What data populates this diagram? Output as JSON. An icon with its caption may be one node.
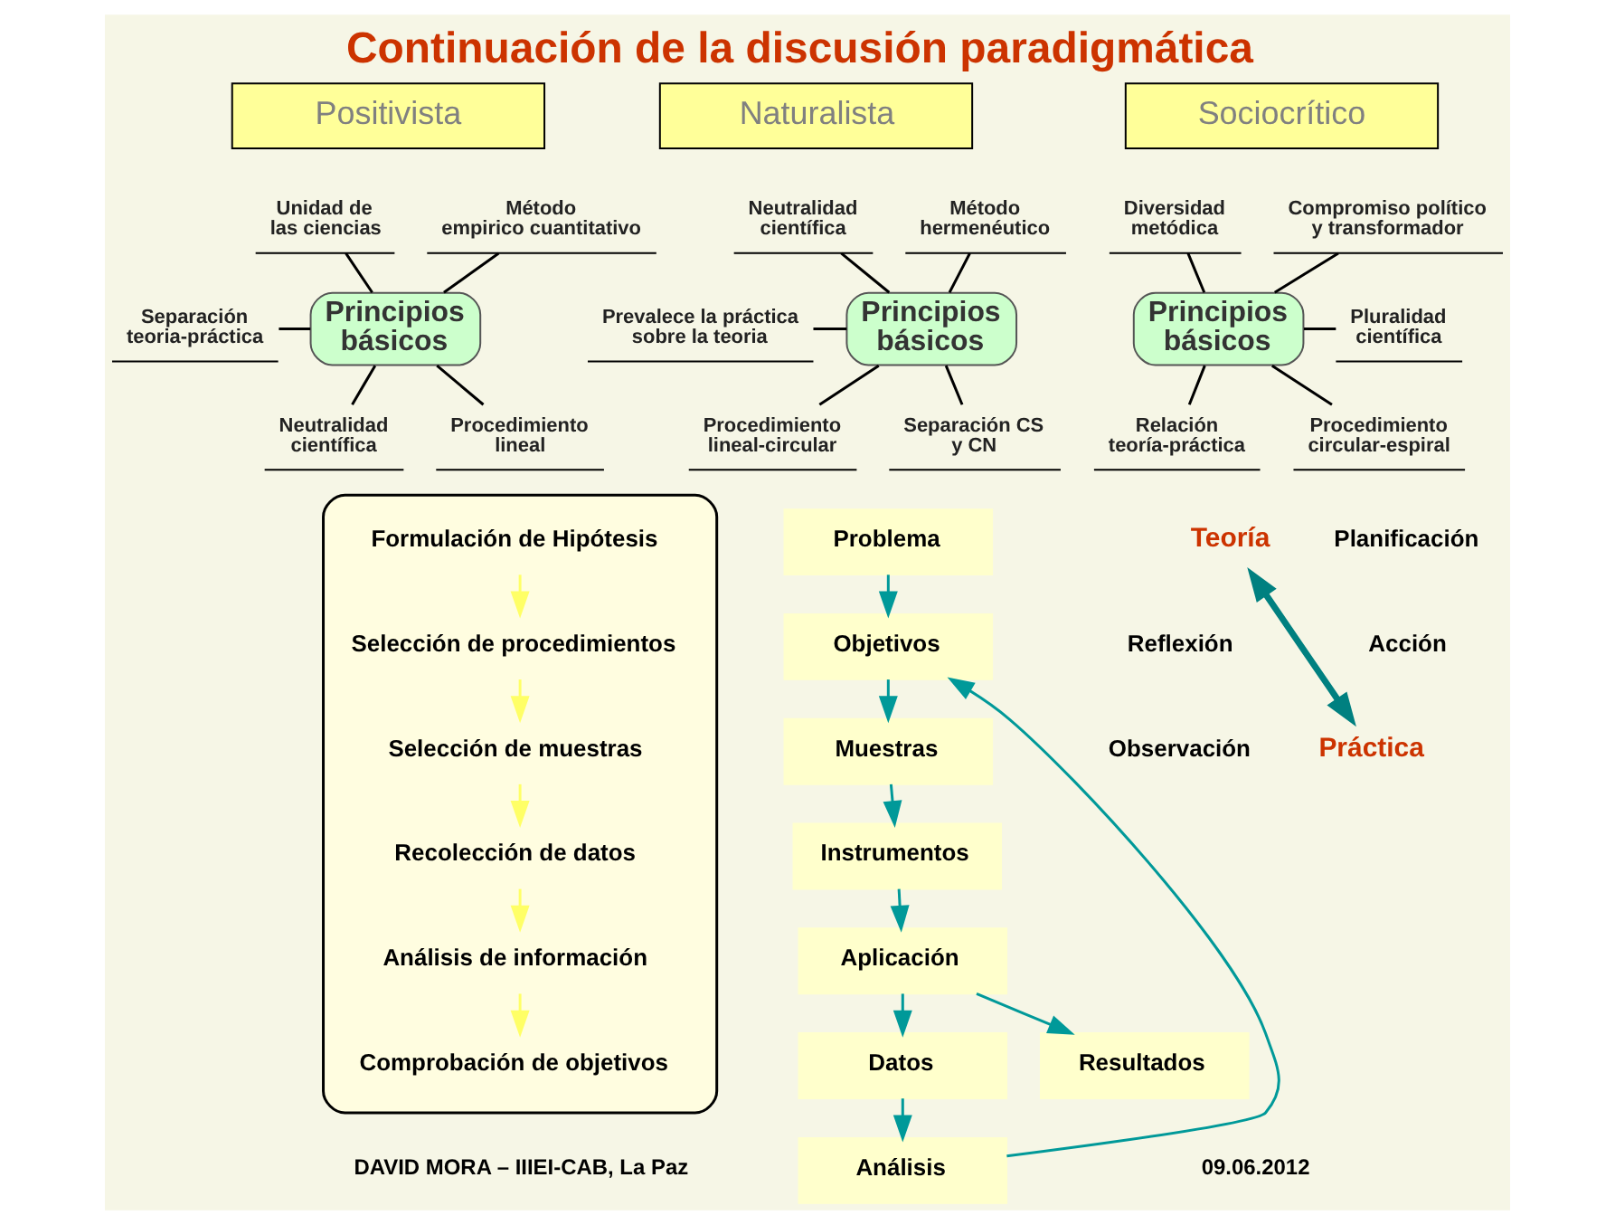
{
  "diagram": {
    "title": "Continuación de la discusión paradigmática",
    "nodes": [
      {
        "text": [
          "Positivista"
        ]
      },
      {
        "text": [
          "Principios básicos"
        ]
      },
      {
        "text": [
          "Unidad de las ciencias"
        ]
      },
      {
        "text": [
          "Método empirico cuantitativo"
        ]
      },
      {
        "text": [
          "Separación teoria-práctica"
        ]
      },
      {
        "text": [
          "Neutralidad científica"
        ]
      },
      {
        "text": [
          "Procedimiento lineal"
        ]
      },
      {
        "text": [
          "Naturalista"
        ]
      },
      {
        "text": [
          "Principios básicos"
        ]
      },
      {
        "text": [
          "Neutralidad científica"
        ]
      },
      {
        "text": [
          "Método hermenéutico"
        ]
      },
      {
        "text": [
          "Prevalece la práctica sobre la teoria"
        ]
      },
      {
        "text": [
          "Procedimiento lineal-circular"
        ]
      },
      {
        "text": [
          "Separación CS y CN"
        ]
      },
      {
        "text": [
          "Sociocrítico"
        ]
      },
      {
        "text": [
          "Principios básicos"
        ]
      },
      {
        "text": [
          "Diversidad metódica"
        ]
      },
      {
        "text": [
          "Compromiso político y transformador"
        ]
      },
      {
        "text": [
          "Pluralidad científica"
        ]
      },
      {
        "text": [
          "Relación teoría-práctica"
        ]
      },
      {
        "text": [
          "Procedimiento circular-espiral"
        ]
      },
      {
        "text": [],
        "shape": "box"
      },
      {
        "text": [
          "Formulación de Hipótesis"
        ],
        "in": 21
      },
      {
        "text": [
          "Selección de procedimientos"
        ],
        "in": 21
      },
      {
        "text": [
          "Selección de muestras"
        ],
        "in": 21
      },
      {
        "text": [
          "Recolección de datos"
        ],
        "in": 21
      },
      {
        "text": [
          "Análisis de información"
        ],
        "in": 21
      },
      {
        "text": [
          "Comprobación de objetivos"
        ],
        "in": 21
      },
      {
        "text": [
          "Problema"
        ]
      },
      {
        "text": [
          "Objetivos"
        ]
      },
      {
        "text": [
          "Muestras"
        ]
      },
      {
        "text": [
          "Instrumentos"
        ]
      },
      {
        "text": [
          "Aplicación"
        ]
      },
      {
        "text": [
          "Datos"
        ]
      },
      {
        "text": [
          "Análisis"
        ]
      },
      {
        "text": [
          "Resultados"
        ]
      },
      {
        "text": [
          "Teoría"
        ]
      },
      {
        "text": [
          "Práctica"
        ]
      }
    ],
    "edges": [
      {
        "from": 2,
        "to": 1,
        "arrow": "none"
      },
      {
        "from": 3,
        "to": 1,
        "arrow": "none"
      },
      {
        "from": 4,
        "to": 1,
        "arrow": "none"
      },
      {
        "from": 1,
        "to": 5,
        "arrow": "none"
      },
      {
        "from": 1,
        "to": 6,
        "arrow": "none"
      },
      {
        "from": 9,
        "to": 8,
        "arrow": "none"
      },
      {
        "from": 10,
        "to": 8,
        "arrow": "none"
      },
      {
        "from": 11,
        "to": 8,
        "arrow": "none"
      },
      {
        "from": 8,
        "to": 12,
        "arrow": "none"
      },
      {
        "from": 8,
        "to": 13,
        "arrow": "none"
      },
      {
        "from": 16,
        "to": 15,
        "arrow": "none"
      },
      {
        "from": 17,
        "to": 15,
        "arrow": "none"
      },
      {
        "from": 15,
        "to": 18,
        "arrow": "none"
      },
      {
        "from": 15,
        "to": 19,
        "arrow": "none"
      },
      {
        "from": 15,
        "to": 20,
        "arrow": "none"
      },
      {
        "from": 22,
        "to": 23,
        "arrow": "to",
        "color": "#ffff66"
      },
      {
        "from": 23,
        "to": 24,
        "arrow": "to",
        "color": "#ffff66"
      },
      {
        "from": 24,
        "to": 25,
        "arrow": "to",
        "color": "#ffff66"
      },
      {
        "from": 25,
        "to": 26,
        "arrow": "to",
        "color": "#ffff66"
      },
      {
        "from": 26,
        "to": 27,
        "arrow": "to",
        "color": "#ffff66"
      },
      {
        "from": 28,
        "to": 29,
        "arrow": "to",
        "color": "#009999"
      },
      {
        "from": 29,
        "to": 30,
        "arrow": "to",
        "color": "#009999"
      },
      {
        "from": 30,
        "to": 31,
        "arrow": "to",
        "color": "#009999"
      },
      {
        "from": 31,
        "to": 32,
        "arrow": "to",
        "color": "#009999"
      },
      {
        "from": 32,
        "to": 33,
        "arrow": "to",
        "color": "#009999"
      },
      {
        "from": 33,
        "to": 34,
        "arrow": "to",
        "color": "#009999"
      },
      {
        "from": 34,
        "to": 29,
        "arrow": "to",
        "color": "#009999"
      },
      {
        "from": 32,
        "to": 35,
        "arrow": "to",
        "color": "#009999"
      },
      {
        "from": 36,
        "to": 37,
        "arrow": "both",
        "style": "thick",
        "color": "#008080"
      }
    ],
    "labels": [
      "Planificación",
      "Reflexión",
      "Acción",
      "Observación",
      "DAVID MORA – IIIEI-CAB, La Paz",
      "09.06.2012"
    ]
  }
}
